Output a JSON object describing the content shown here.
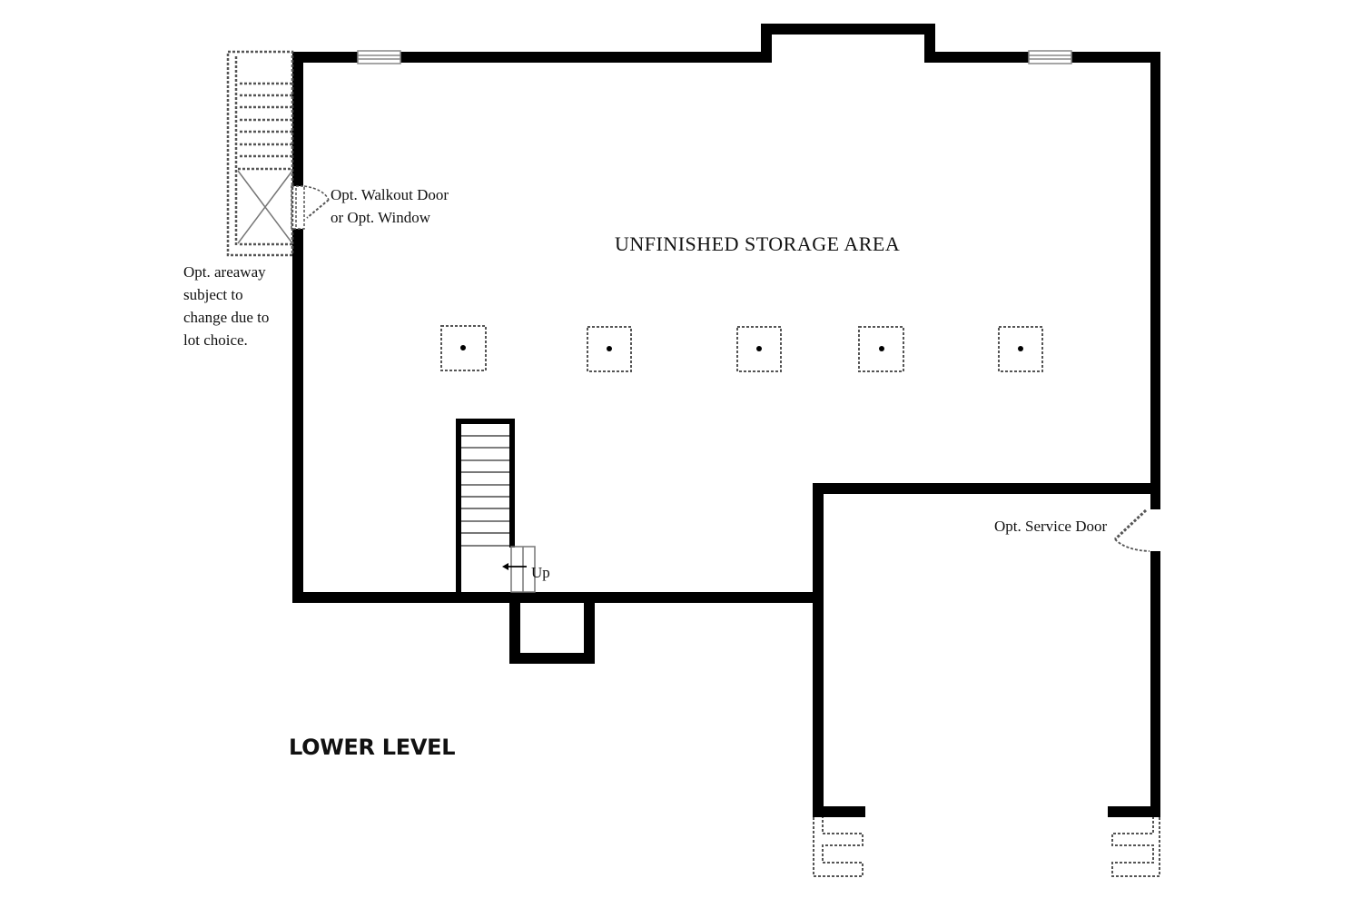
{
  "plan": {
    "level_title": "LOWER LEVEL",
    "room_label": "UNFINISHED STORAGE AREA",
    "notes": {
      "walkout": [
        "Opt. Walkout Door",
        "or Opt. Window"
      ],
      "areaway": [
        "Opt. areaway",
        "subject to",
        "change due to",
        "lot choice."
      ],
      "service_door": "Opt. Service Door",
      "stairs": "Up"
    },
    "colors": {
      "wall": "#000000",
      "dashed": "#555555",
      "background": "#ffffff"
    },
    "columns_count": 5,
    "windows_count": 2
  }
}
